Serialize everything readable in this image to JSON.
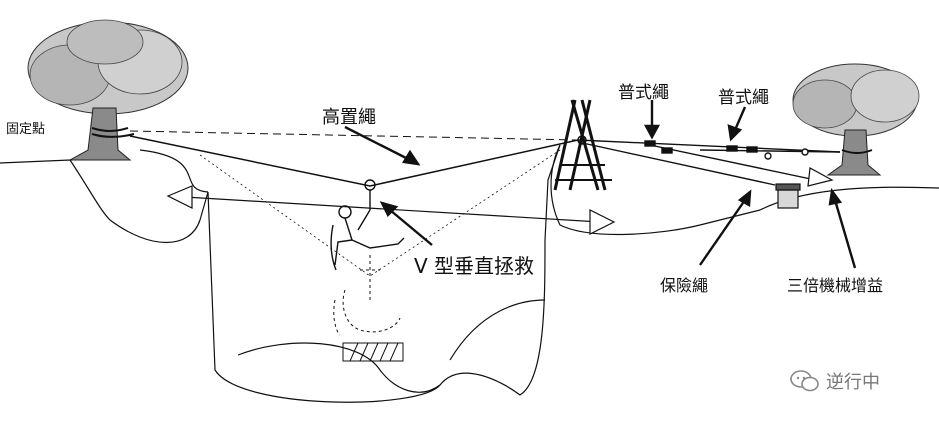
{
  "labels": {
    "anchor_point": "固定點",
    "high_line": "高置繩",
    "prusik_1": "普式繩",
    "prusik_2": "普式繩",
    "v_rescue": "V 型垂直拯救",
    "belay_rope": "保險繩",
    "mechanical_advantage": "三倍機械增益"
  },
  "watermark": {
    "text": "逆行中",
    "logo": "wechat-logo"
  },
  "colors": {
    "ink": "#111111",
    "watermark": "#777777",
    "tree_fill": "#bfbfbf"
  }
}
